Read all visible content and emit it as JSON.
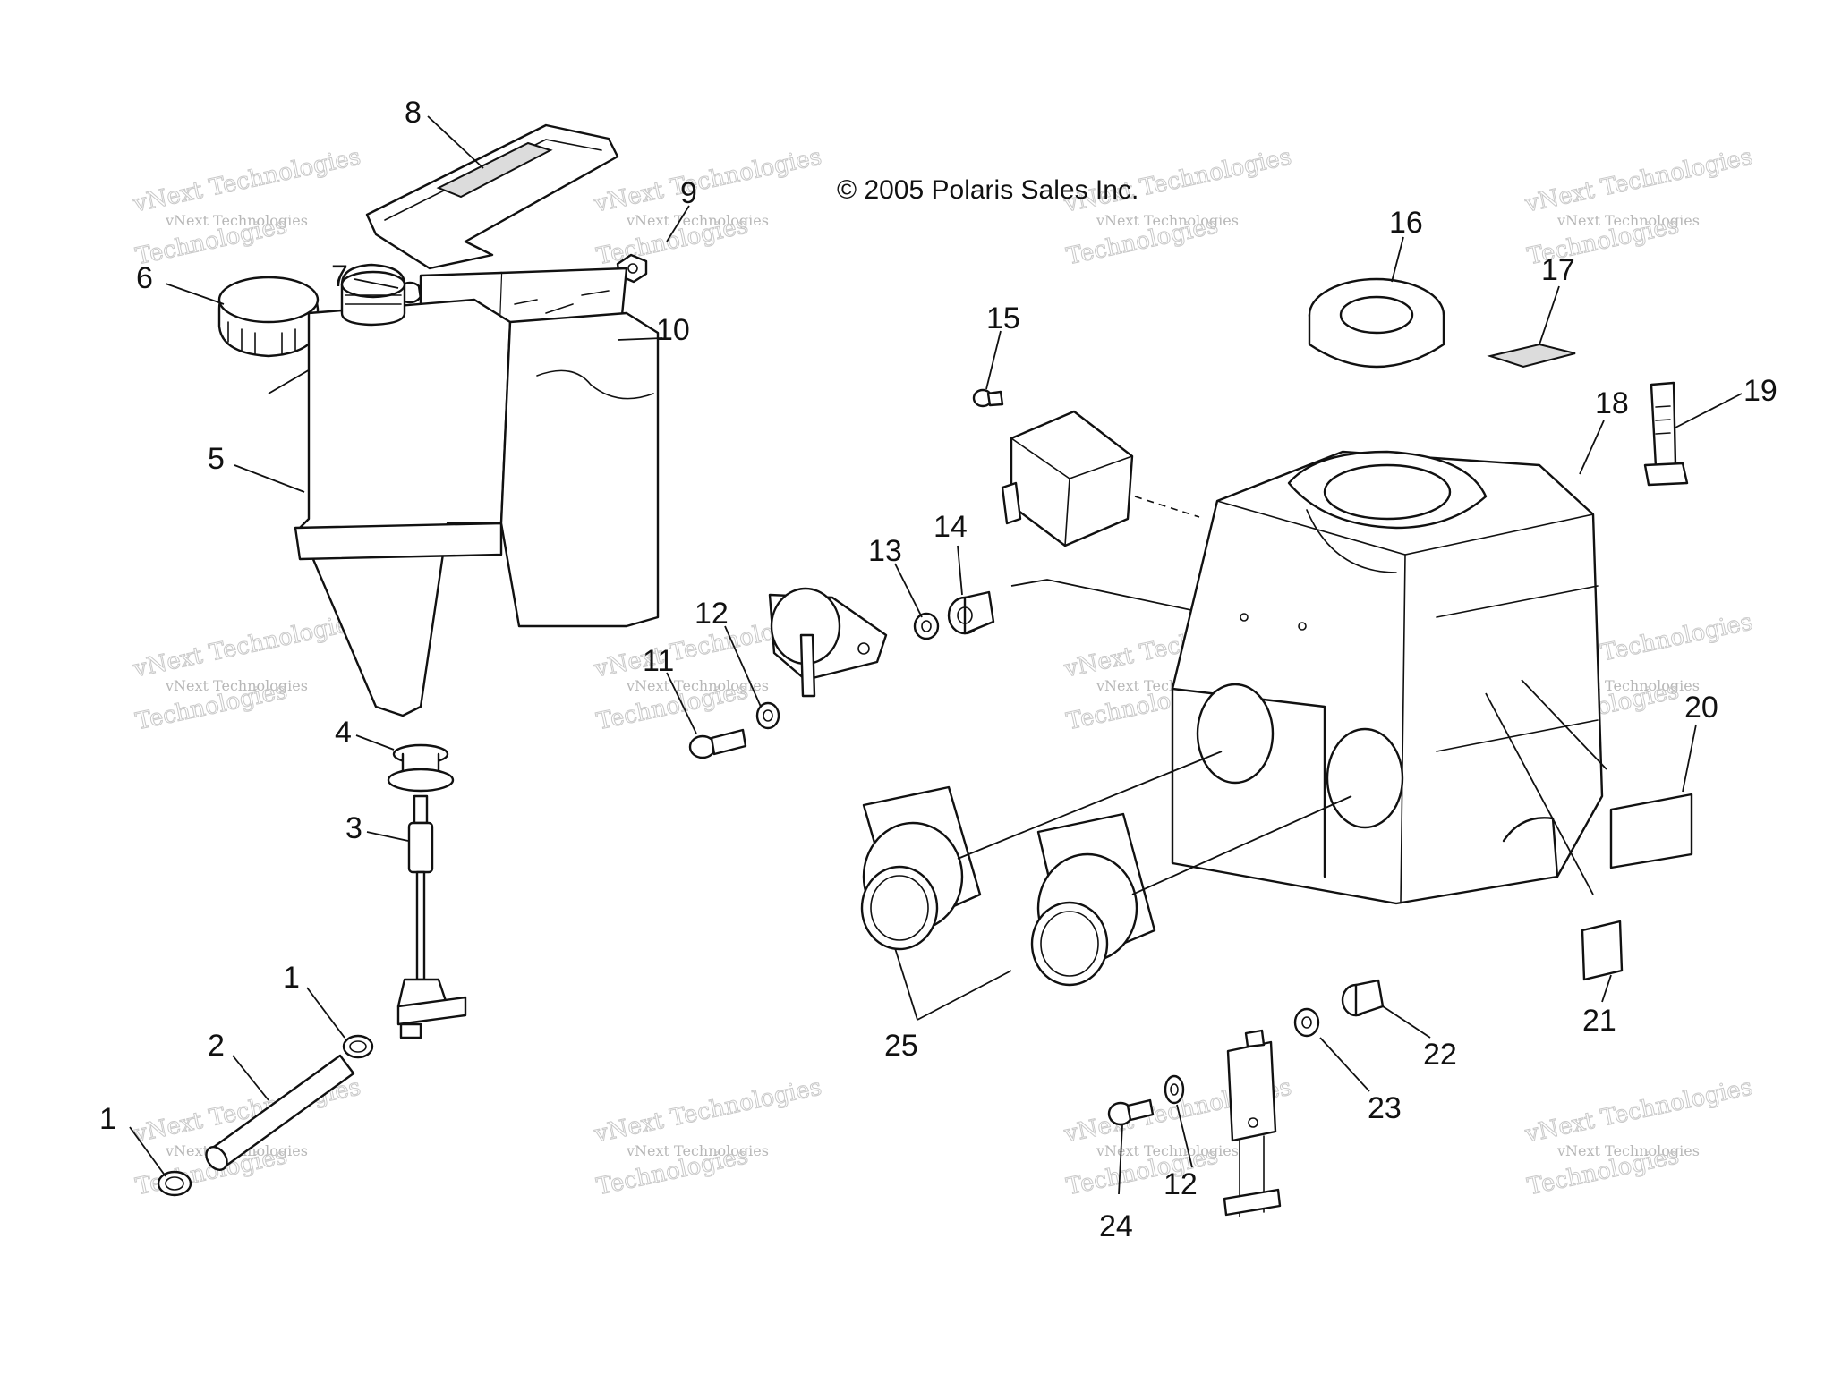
{
  "copyright": "© 2005 Polaris Sales Inc.",
  "watermark": {
    "line1": "vNext Technologies",
    "line2": "vNext Technologies",
    "line3": "Technologies"
  },
  "callouts": {
    "c1a": "1",
    "c1b": "1",
    "c2": "2",
    "c3": "3",
    "c4": "4",
    "c5": "5",
    "c6": "6",
    "c7": "7",
    "c8": "8",
    "c9": "9",
    "c10": "10",
    "c11": "11",
    "c12a": "12",
    "c12b": "12",
    "c13": "13",
    "c14": "14",
    "c15": "15",
    "c16": "16",
    "c17": "17",
    "c18": "18",
    "c19": "19",
    "c20": "20",
    "c21": "21",
    "c22": "22",
    "c23": "23",
    "c24": "24",
    "c25": "25"
  },
  "colors": {
    "line": "#111111",
    "background": "#ffffff",
    "watermark": "#b7b7b7"
  }
}
